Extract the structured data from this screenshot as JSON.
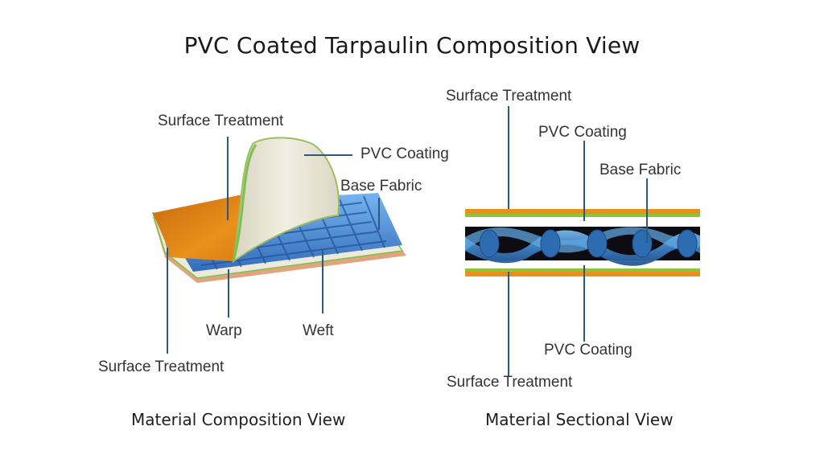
{
  "title": "PVC Coated Tarpaulin Composition View",
  "composition_view": {
    "caption": "Material Composition View",
    "labels": {
      "surface_treatment_top": "Surface Treatment",
      "pvc_coating": "PVC Coating",
      "base_fabric": "Base Fabric",
      "warp": "Warp",
      "weft": "Weft",
      "surface_treatment_bottom": "Surface Treatment"
    }
  },
  "sectional_view": {
    "caption": "Material Sectional View",
    "labels": {
      "surface_treatment_top": "Surface Treatment",
      "pvc_coating_top": "PVC Coating",
      "base_fabric": "Base Fabric",
      "pvc_coating_bottom": "PVC Coating",
      "surface_treatment_bottom": "Surface Treatment"
    }
  },
  "colors": {
    "orange": "#e8901a",
    "green": "#8cc43c",
    "blue": "#3a7fd0",
    "cream": "#eeeadb",
    "leader": "#2e5a7a"
  }
}
